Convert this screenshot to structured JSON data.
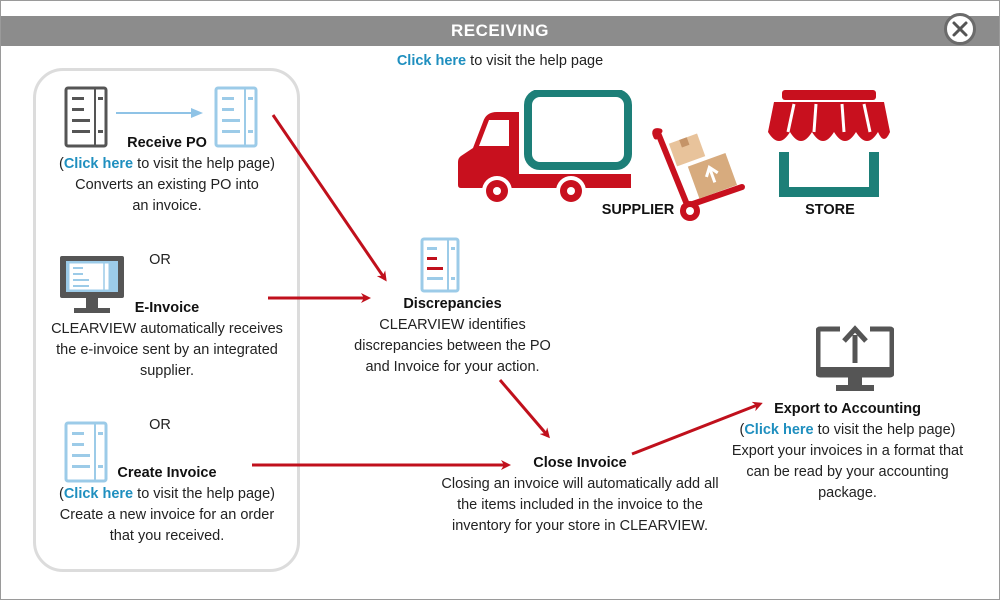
{
  "header": {
    "title": "RECEIVING"
  },
  "top_help": {
    "link": "Click here",
    "rest": " to visit the help page"
  },
  "receive_po": {
    "title": "Receive PO",
    "open_paren": "(",
    "link": "Click here",
    "rest": " to visit the help page)",
    "description": "Converts an existing PO into an invoice."
  },
  "or_1": "OR",
  "e_invoice": {
    "title": "E-Invoice",
    "description": "CLEARVIEW automatically receives the e-invoice sent by an integrated supplier."
  },
  "or_2": "OR",
  "create_invoice": {
    "title": "Create Invoice",
    "open_paren": "(",
    "link": "Click here",
    "rest": " to visit the help page)",
    "description": "Create a new invoice for an order that you received."
  },
  "discrepancies": {
    "title": "Discrepancies",
    "description": "CLEARVIEW identifies discrepancies between the PO and Invoice for your action."
  },
  "close_invoice": {
    "title": "Close Invoice",
    "description": "Closing an invoice will automatically add all the items included in the invoice to the inventory for your store in CLEARVIEW."
  },
  "export": {
    "title": "Export to Accounting",
    "open_paren": "(",
    "link": "Click here",
    "rest": " to visit the help page)",
    "description": "Export your invoices in a format that can be read by your accounting package."
  },
  "supplier_label": "SUPPLIER",
  "store_label": "STORE",
  "colors": {
    "header_bg": "#8c8c8c",
    "link": "#1f8fbf",
    "arrow_red": "#c0101c",
    "truck_red": "#c8101e",
    "teal": "#1d7f78",
    "doc_blue": "#9ccbe8",
    "dark_gray": "#555555",
    "box_tan": "#d7ab7e"
  }
}
